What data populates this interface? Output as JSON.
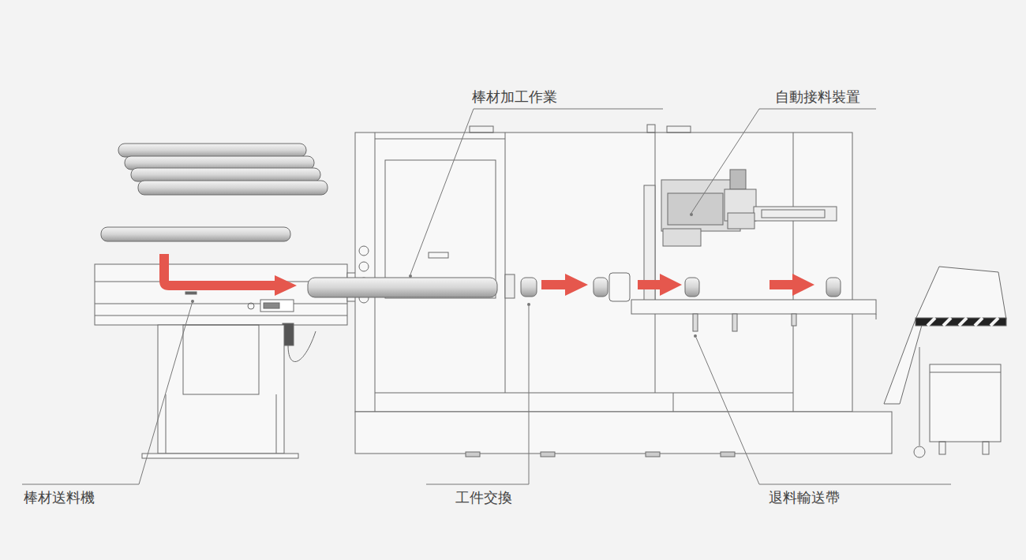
{
  "diagram": {
    "labels": [
      "棒材加工作業",
      "自動接料裝置",
      "棒材送料機",
      "工件交換",
      "退料輸送帶"
    ]
  }
}
